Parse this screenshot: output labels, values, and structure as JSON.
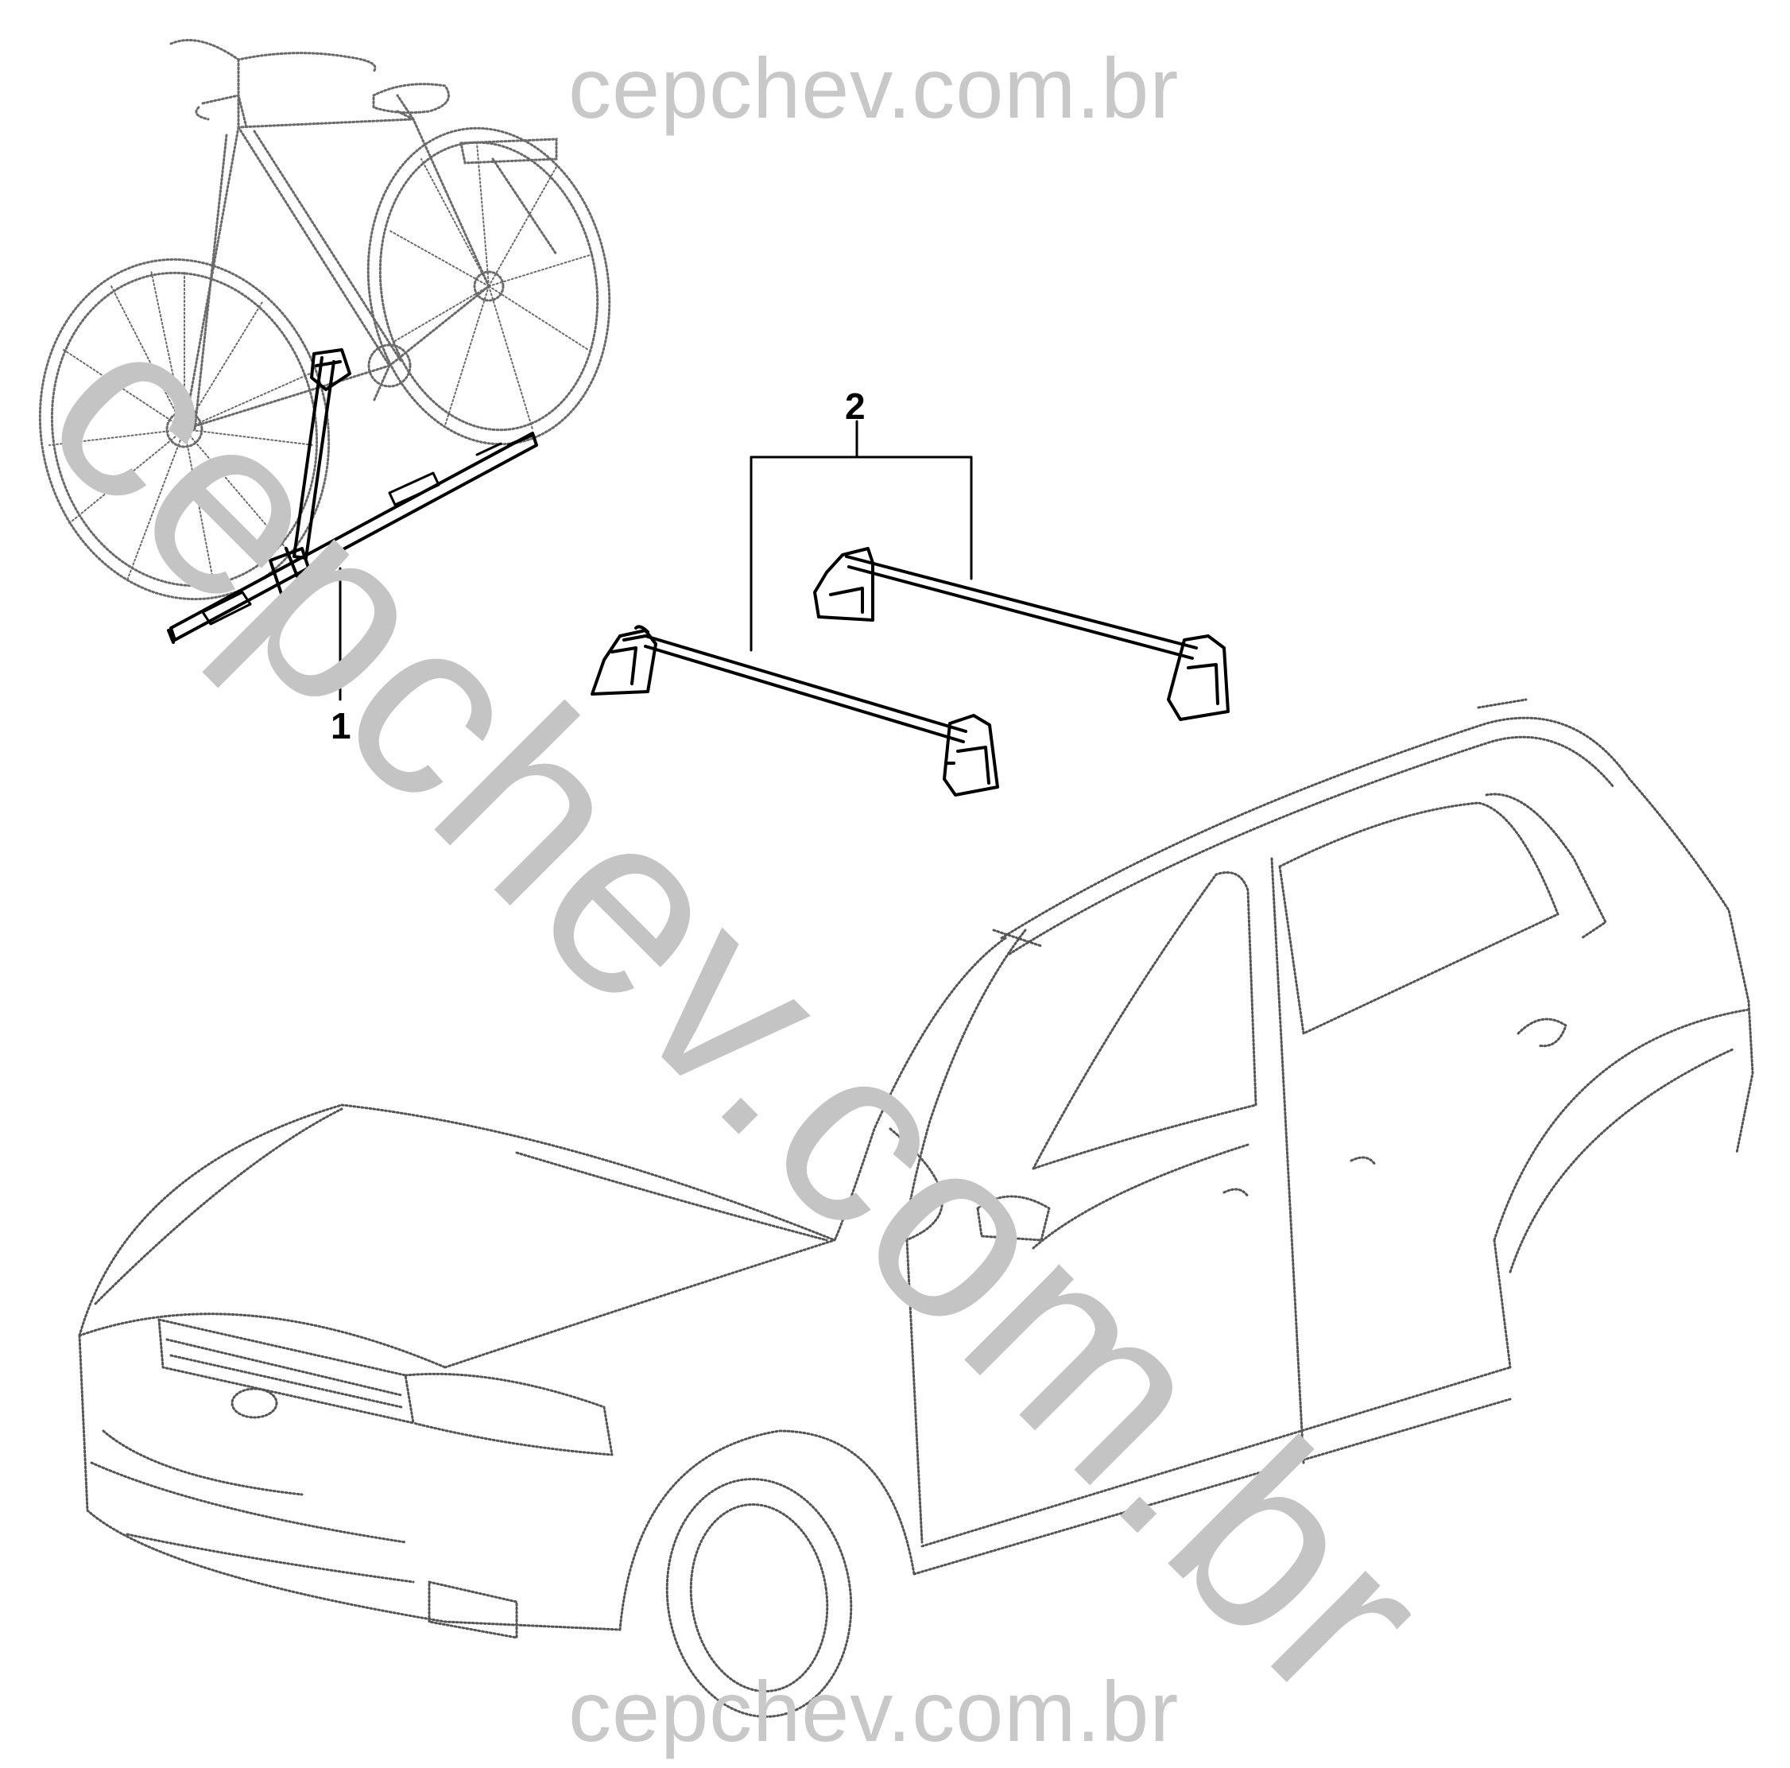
{
  "watermark": {
    "top": "cepchev.com.br",
    "diagonal": "cepchev.com.br",
    "bottom": "cepchev.com.br"
  },
  "callouts": [
    {
      "number": "1",
      "target": "bicycle carrier"
    },
    {
      "number": "2",
      "target": "roof rack bars"
    }
  ],
  "colors": {
    "line": "#000000",
    "sketch": "#6a6a6a",
    "watermark": "#c8c8c8",
    "background": "#ffffff"
  }
}
